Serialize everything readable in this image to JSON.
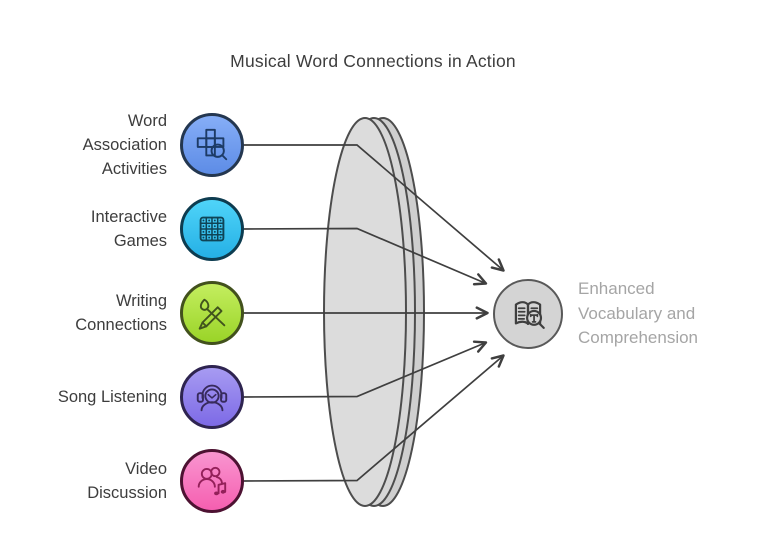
{
  "title": "Musical Word Connections in Action",
  "colors": {
    "line": "#3f3f3f",
    "text_dark": "#3d3d3d",
    "text_muted": "#a5a5a5",
    "ellipse_back": "#cfcfcf",
    "ellipse_mid": "#d6d6d6",
    "ellipse_front": "#dcdcdc",
    "ellipse_stroke": "#4d4d4d",
    "result_fill": "#d4d4d4",
    "result_stroke": "#595959"
  },
  "items": [
    {
      "name": "word-association-activities",
      "label": "Word\nAssociation\nActivities",
      "icon": "crossword-search-icon",
      "fill_top": "#86aef7",
      "fill_bottom": "#5d8ce6",
      "border": "#243750",
      "icon_color": "#1d3b66"
    },
    {
      "name": "interactive-games",
      "label": "Interactive\nGames",
      "icon": "game-grid-icon",
      "fill_top": "#4fd4f9",
      "fill_bottom": "#25b0e5",
      "border": "#0d3c50",
      "icon_color": "#0f4456"
    },
    {
      "name": "writing-connections",
      "label": "Writing\nConnections",
      "icon": "writing-tools-icon",
      "fill_top": "#c4ee5f",
      "fill_bottom": "#9ad428",
      "border": "#42511d",
      "icon_color": "#41541d"
    },
    {
      "name": "song-listening",
      "label": "Song Listening",
      "icon": "headphones-icon",
      "fill_top": "#a79bf2",
      "fill_bottom": "#7d6ae6",
      "border": "#2e2450",
      "icon_color": "#372a5c"
    },
    {
      "name": "video-discussion",
      "label": "Video\nDiscussion",
      "icon": "people-music-icon",
      "fill_top": "#f995d0",
      "fill_bottom": "#f55fb0",
      "border": "#4d1232",
      "icon_color": "#932059"
    }
  ],
  "result": {
    "name": "enhanced-vocabulary-and-comprehension",
    "label": "Enhanced\nVocabulary and\nComprehension",
    "icon": "book-search-icon"
  }
}
